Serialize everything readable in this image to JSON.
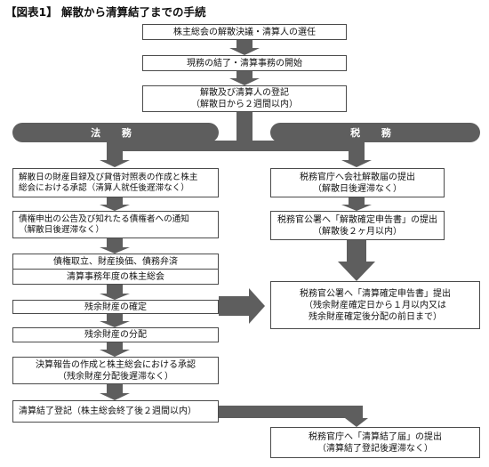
{
  "title": "【図表1】 解散から清算結了までの手続",
  "flow": {
    "step1": "株主総会の解散決議・清算人の選任",
    "step2": "現務の結了・清算事務の開始",
    "step3": "解散及び清算人の登記\n（解散日から２週間以内）"
  },
  "banners": {
    "legal": "法 務",
    "tax": "税 務"
  },
  "legal": {
    "l1": "解散日の財産目録及び貸借対照表の作成と株主\n総会における承認（清算人就任後遅滞なく）",
    "l2": "債権申出の公告及び知れたる債権者への通知\n（解散日後遅滞なく）",
    "l3a": "債権取立、財産換価、債務弁済",
    "l3b": "清算事務年度の株主総会",
    "l4": "残余財産の確定",
    "l5": "残余財産の分配",
    "l6": "決算報告の作成と株主総会における承認\n（残余財産分配後遅滞なく）",
    "l7": "清算結了登記（株主総会終了後２週間以内）"
  },
  "tax": {
    "t1": "税務官庁へ会社解散届の提出\n（解散日後遅滞なく）",
    "t2": "税務官公署へ「解散確定申告書」の提出\n（解散後２ヶ月以内）",
    "t3": "税務官公署へ「清算確定申告書」提出\n（残余財産確定日から１月以内又は\n残余財産確定後分配の前日まで）",
    "t4": "税務官庁へ「清算結了届」の提出\n（清算結了登記後遅滞なく）"
  },
  "colors": {
    "arrow": "#5e5e5e",
    "banner": "#5e5e5e",
    "border": "#4a4a4a"
  }
}
